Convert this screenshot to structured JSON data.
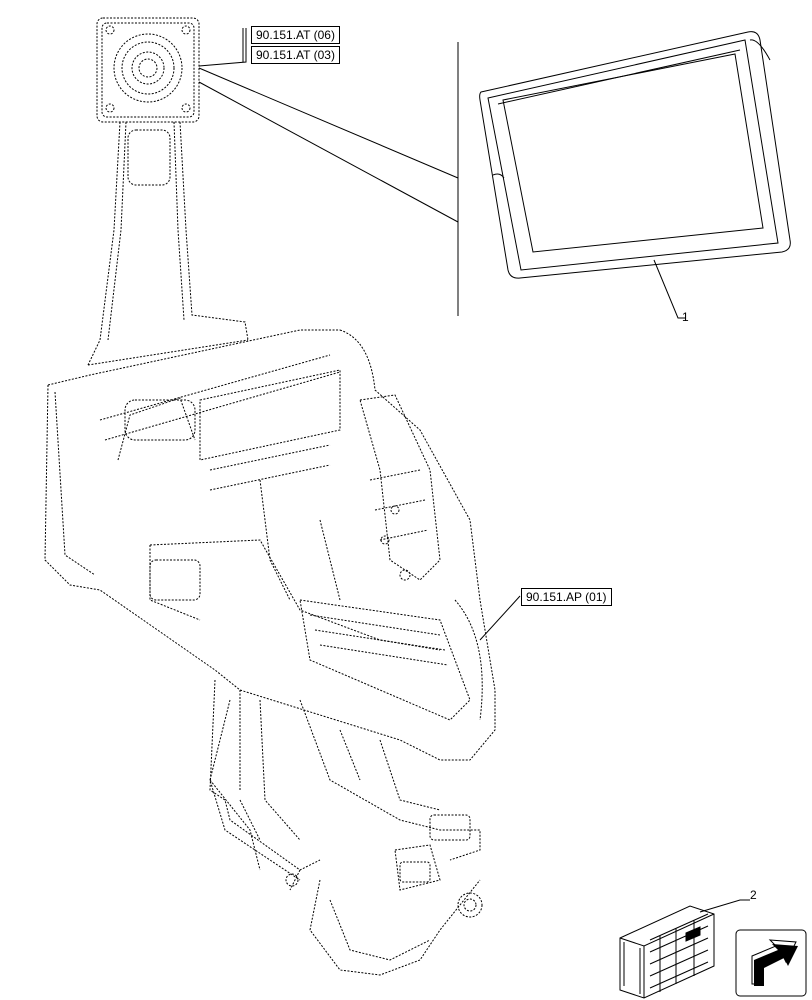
{
  "references": {
    "ref_top_1": "90.151.AT (06)",
    "ref_top_2": "90.151.AT (03)",
    "ref_console": "90.151.AP (01)"
  },
  "callouts": {
    "monitor": "1",
    "kit": "2"
  },
  "icons": {
    "corner_icon": "navigation-arrow-icon",
    "kit_icon": "parts-box-icon"
  },
  "colors": {
    "line": "#000000",
    "background": "#ffffff"
  }
}
